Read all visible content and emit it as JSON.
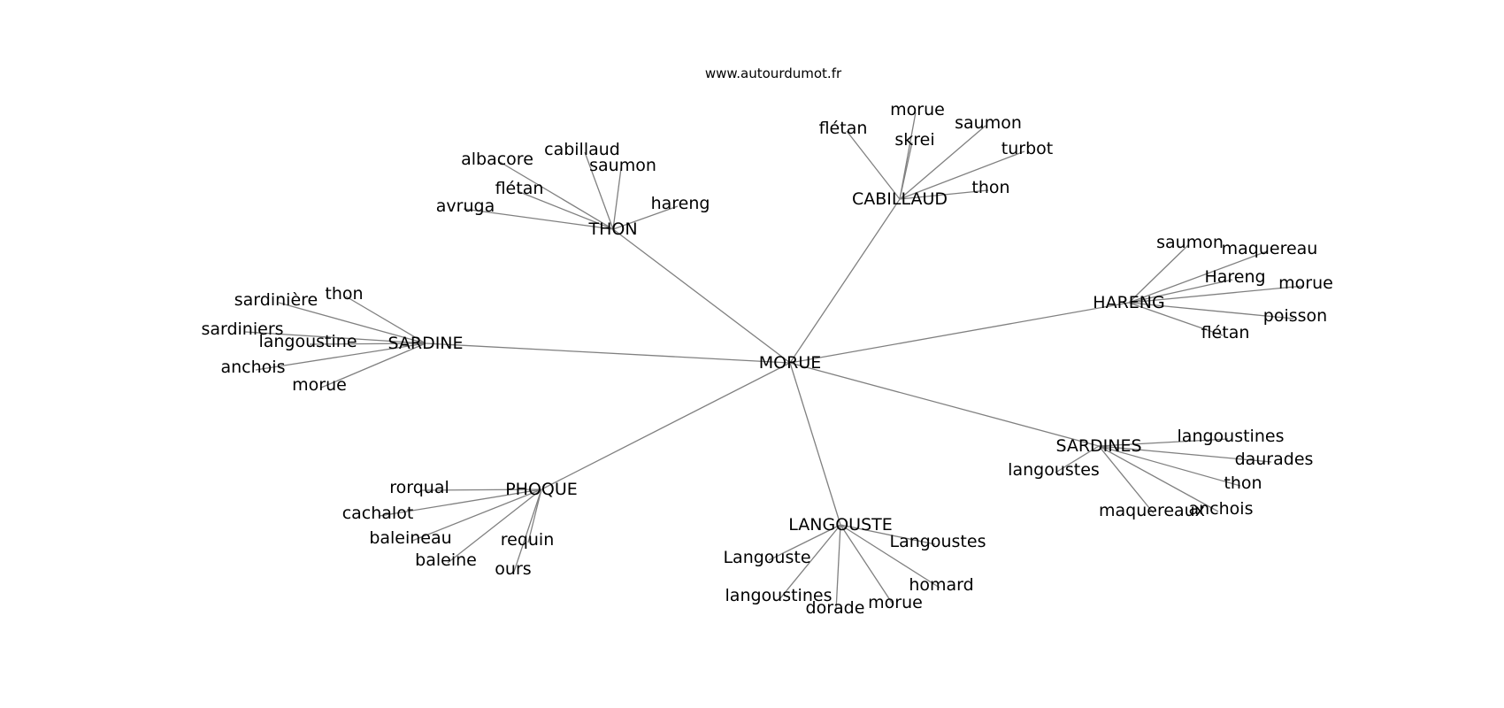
{
  "site": "www.autourdumot.fr",
  "colors": {
    "edge": "#808080",
    "text": "#000000",
    "background": "#ffffff"
  },
  "graph": {
    "center": "MORUE",
    "clusters": [
      {
        "hub": "THON",
        "leaves": [
          "albacore",
          "cabillaud",
          "saumon",
          "flétan",
          "avruga",
          "hareng"
        ]
      },
      {
        "hub": "CABILLAUD",
        "leaves": [
          "flétan",
          "morue",
          "skrei",
          "saumon",
          "turbot",
          "thon"
        ]
      },
      {
        "hub": "HARENG",
        "leaves": [
          "saumon",
          "maquereau",
          "Hareng",
          "morue",
          "poisson",
          "flétan"
        ]
      },
      {
        "hub": "SARDINE",
        "leaves": [
          "sardinière",
          "thon",
          "sardiniers",
          "langoustine",
          "anchois",
          "morue"
        ]
      },
      {
        "hub": "SARDINES",
        "leaves": [
          "langoustines",
          "daurades",
          "langoustes",
          "thon",
          "maquereaux",
          "anchois"
        ]
      },
      {
        "hub": "PHOQUE",
        "leaves": [
          "rorqual",
          "cachalot",
          "baleineau",
          "requin",
          "baleine",
          "ours"
        ]
      },
      {
        "hub": "LANGOUSTE",
        "leaves": [
          "Langouste",
          "Langoustes",
          "homard",
          "langoustines",
          "dorade",
          "morue"
        ]
      }
    ]
  }
}
